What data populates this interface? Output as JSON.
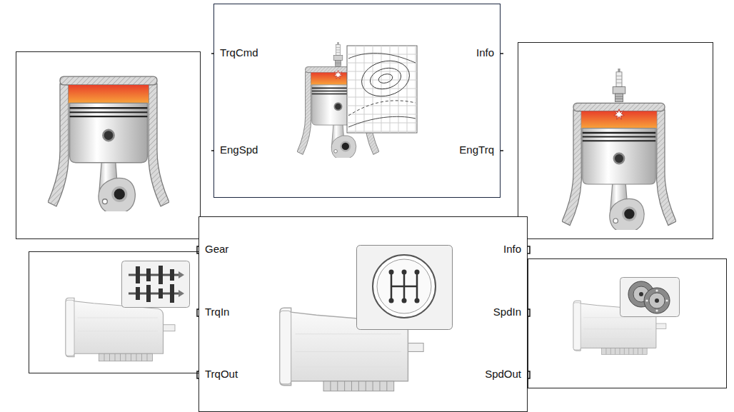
{
  "diagram": {
    "nodes": [
      {
        "text": [
          "TrqCmd",
          "EngSpd",
          "Info",
          "EngTrq"
        ]
      },
      {
        "text": [
          "Gear",
          "TrqIn",
          "TrqOut",
          "Info",
          "SpdIn",
          "SpdOut"
        ]
      }
    ]
  }
}
